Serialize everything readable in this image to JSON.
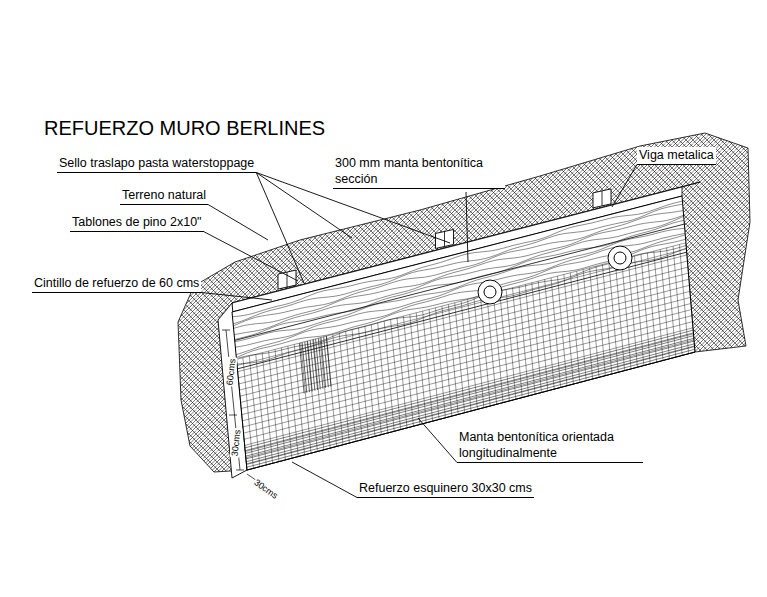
{
  "diagram": {
    "title": "REFUERZO MURO BERLINES",
    "labels": [
      "Sello traslapo pasta waterstoppage",
      "300 mm manta bentonítica sección",
      "Viga metalica",
      "Terreno natural",
      "Tablones de pino 2x10\"",
      "Cintillo de refuerzo de 60 cms",
      "Manta bentonítica orientada longitudinalmente",
      "Refuerzo esquinero 30x30 cms",
      "60cms",
      "30cms",
      "30cms"
    ]
  }
}
